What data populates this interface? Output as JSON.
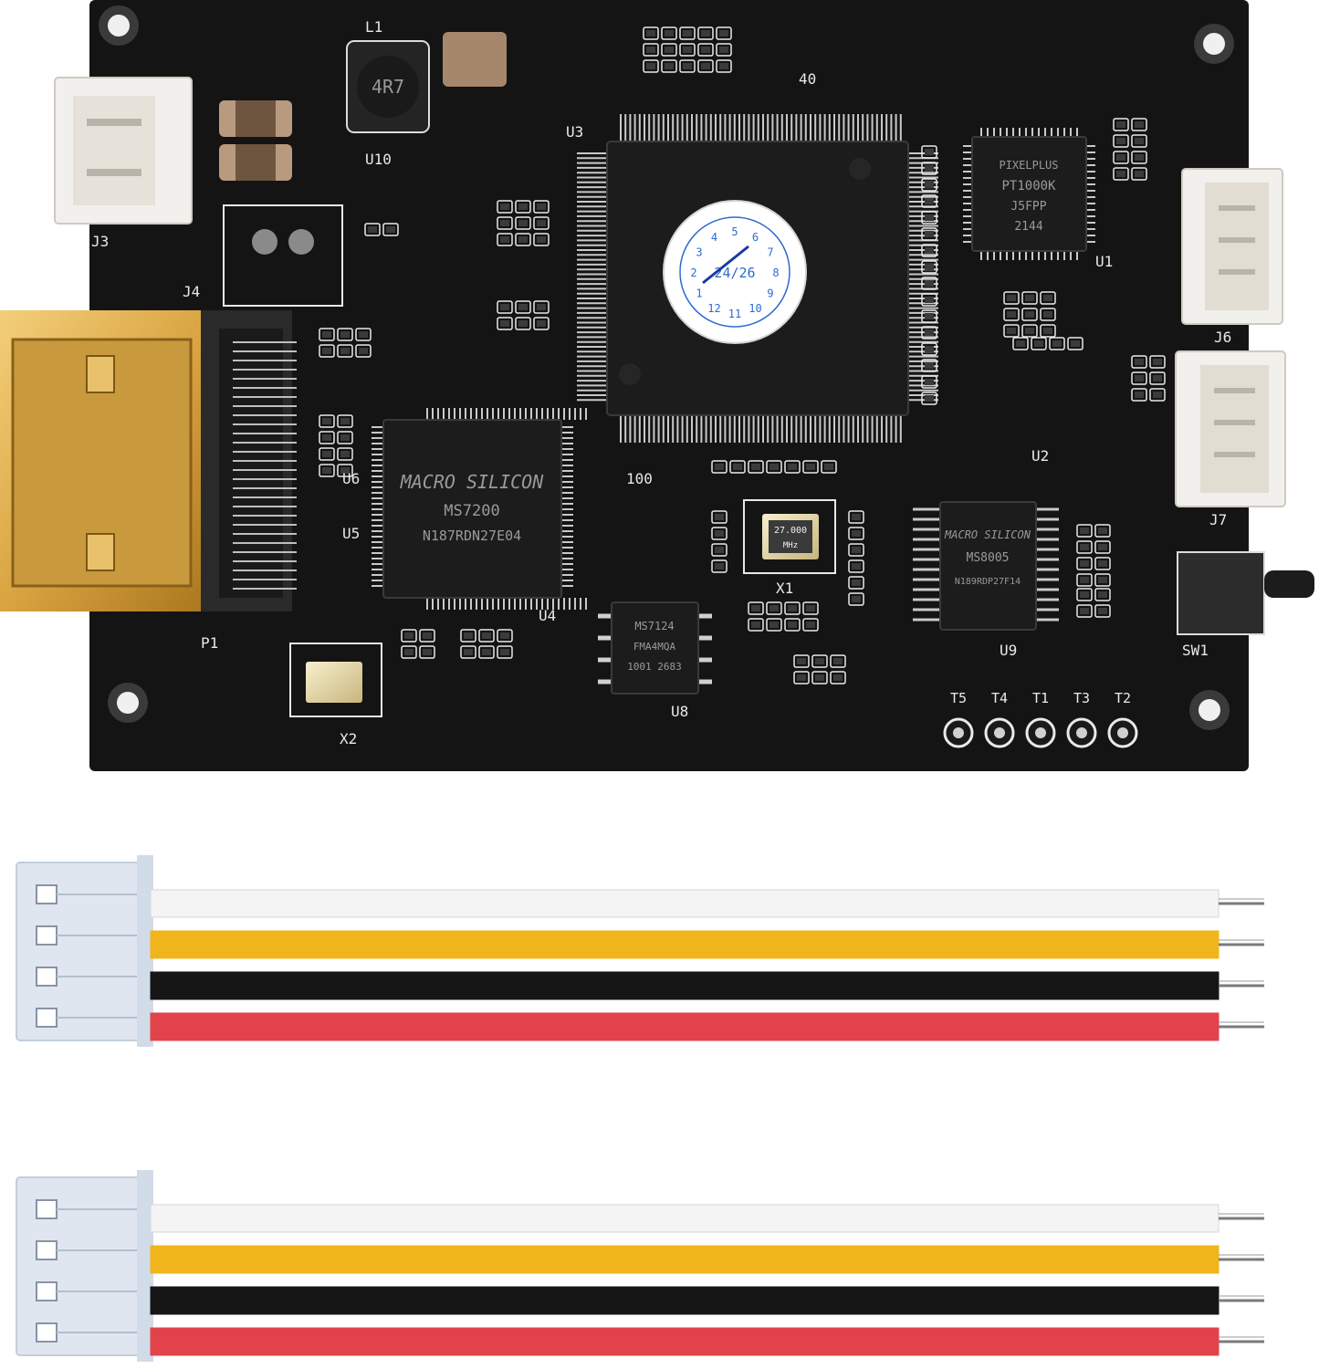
{
  "colors": {
    "board": "#141414",
    "silk": "#e9e9e9",
    "gold": "#d9a441",
    "chip": "#1c1c1c",
    "connector_white": "#f2f0ec",
    "wire_white": "#f4f4f4",
    "wire_yellow": "#f1b51c",
    "wire_black": "#161616",
    "wire_red": "#e2424a",
    "plug_blue": "#dfe6f0"
  },
  "board": {
    "main_chip": {
      "sticker_numbers": [
        "11",
        "12",
        "1",
        "2",
        "3",
        "4",
        "5",
        "6",
        "7",
        "8",
        "9",
        "10"
      ],
      "sticker_code": "24/26",
      "pin_labels": [
        "40",
        "100"
      ],
      "ref": "U3"
    },
    "macro_chip": {
      "brand": "MACRO SILICON",
      "part": "MS7200",
      "lot": "N187RDN27E04",
      "ref": "U4"
    },
    "pixelplus_chip": {
      "brand": "PIXELPLUS",
      "part": "PT1000K",
      "lot": "J5FPP",
      "code": "2144",
      "ref": "U1"
    },
    "ms_chip_right": {
      "brand": "MACRO SILICON",
      "part": "MS8005",
      "lot": "N189RDP27F14",
      "ref": "U9"
    },
    "eeprom": {
      "part": "MS7124",
      "code": "FMA4MQA",
      "lot": "1001 2683",
      "ref": "U8"
    },
    "crystal": {
      "freq": "27.000",
      "unit": "MHz",
      "ref": "X1"
    },
    "inductor": {
      "value": "4R7",
      "ref": "L1"
    },
    "labels": {
      "hdmi": "P1",
      "crystal2": "X2",
      "switch": "SW1",
      "j3": "J3",
      "j4": "J4",
      "j6": "J6",
      "j7": "J7",
      "u2": "U2",
      "u5": "U5",
      "u6": "U6",
      "u10": "U10",
      "test_points": [
        "T5",
        "T4",
        "T1",
        "T3",
        "T2"
      ]
    }
  },
  "cables": [
    {
      "name": "cable-1",
      "wires": [
        "wire_white",
        "wire_yellow",
        "wire_black",
        "wire_red"
      ]
    },
    {
      "name": "cable-2",
      "wires": [
        "wire_white",
        "wire_yellow",
        "wire_black",
        "wire_red"
      ]
    }
  ]
}
